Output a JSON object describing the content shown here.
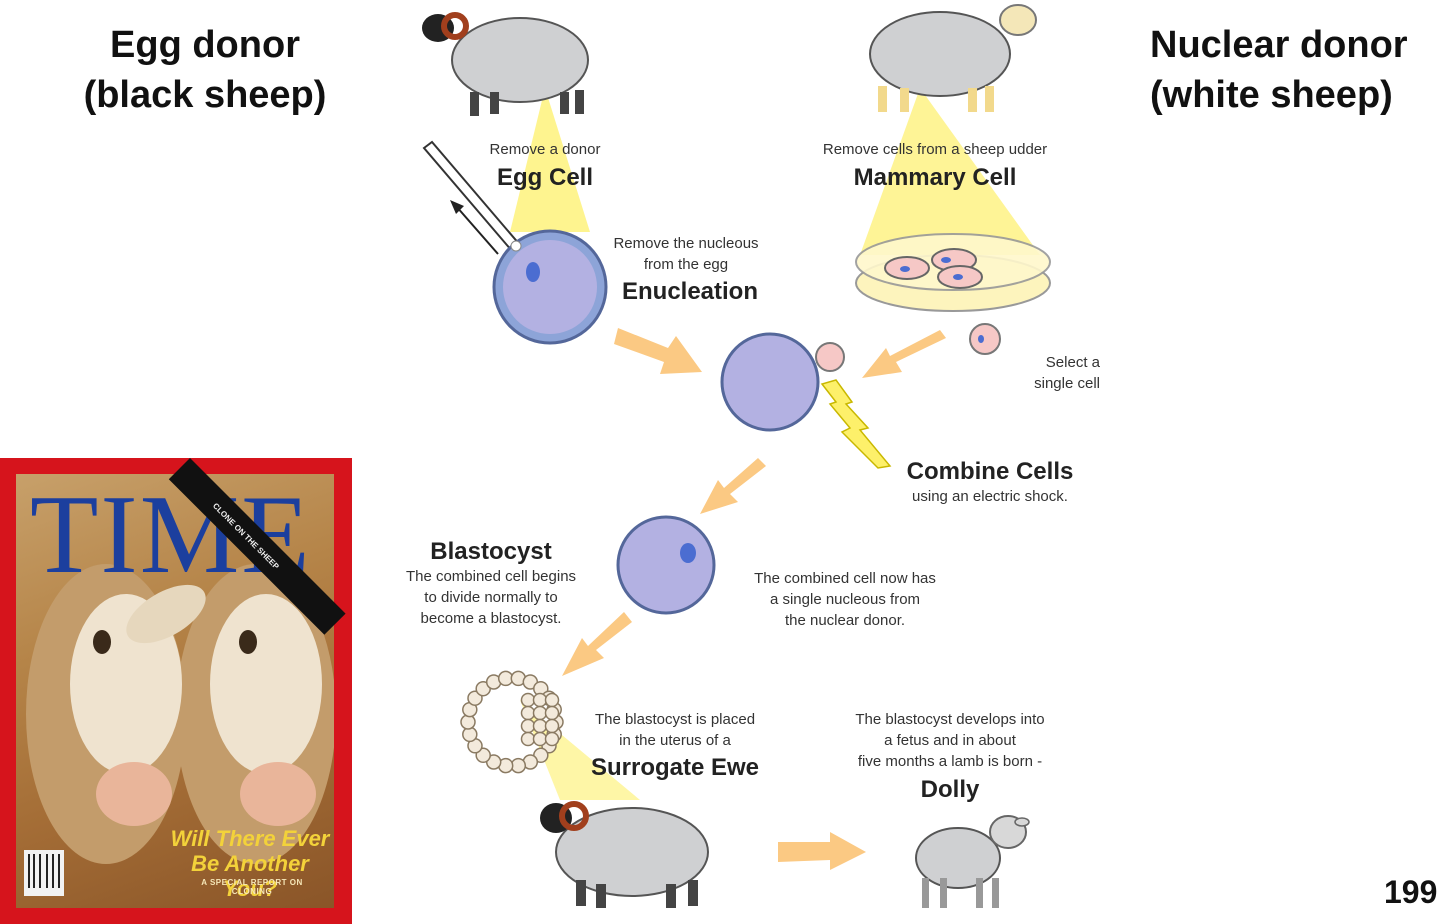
{
  "egg_donor": {
    "line1": "Egg donor",
    "line2": "(black sheep)"
  },
  "nuclear_donor": {
    "line1": "Nuclear donor",
    "line2": "(white sheep)"
  },
  "year": "199",
  "steps": {
    "egg_cell": {
      "caption": "Remove a donor",
      "title": "Egg Cell"
    },
    "mammary_cell": {
      "caption": "Remove cells from a sheep udder",
      "title": "Mammary Cell"
    },
    "enucleation": {
      "caption_line1": "Remove the nucleous",
      "caption_line2": "from the egg",
      "title": "Enucleation"
    },
    "select_cell": {
      "line1": "Select a",
      "line2": "single cell"
    },
    "combine_cells": {
      "title": "Combine Cells",
      "caption": "using an electric shock."
    },
    "blastocyst": {
      "title": "Blastocyst",
      "caption_line1": "The combined cell begins",
      "caption_line2": "to divide normally to",
      "caption_line3": "become a blastocyst."
    },
    "combined_note": {
      "line1": "The combined cell now has",
      "line2": "a single nucleous from",
      "line3": "the nuclear donor."
    },
    "surrogate": {
      "caption_line1": "The blastocyst is placed",
      "caption_line2": "in the uterus of a",
      "title": "Surrogate Ewe"
    },
    "dolly": {
      "caption_line1": "The blastocyst develops into",
      "caption_line2": "a fetus and in about",
      "caption_line3": "five months a lamb is born -",
      "title": "Dolly"
    }
  },
  "time_cover": {
    "masthead": "TIME",
    "headline": "Will There Ever Be Another You?",
    "subline": "A SPECIAL REPORT ON CLONING",
    "ribbon": "CLONE ON THE SHEEP"
  },
  "colors": {
    "cell_fill": "#b3b1e2",
    "cell_stroke": "#54679a",
    "nucleus": "#4b6dd1",
    "arrow": "#fbc983",
    "beam": "#fdf06a",
    "sheep_body": "#cfd0d2",
    "cover_red": "#d6141c",
    "time_blue": "#1c3f9e"
  }
}
